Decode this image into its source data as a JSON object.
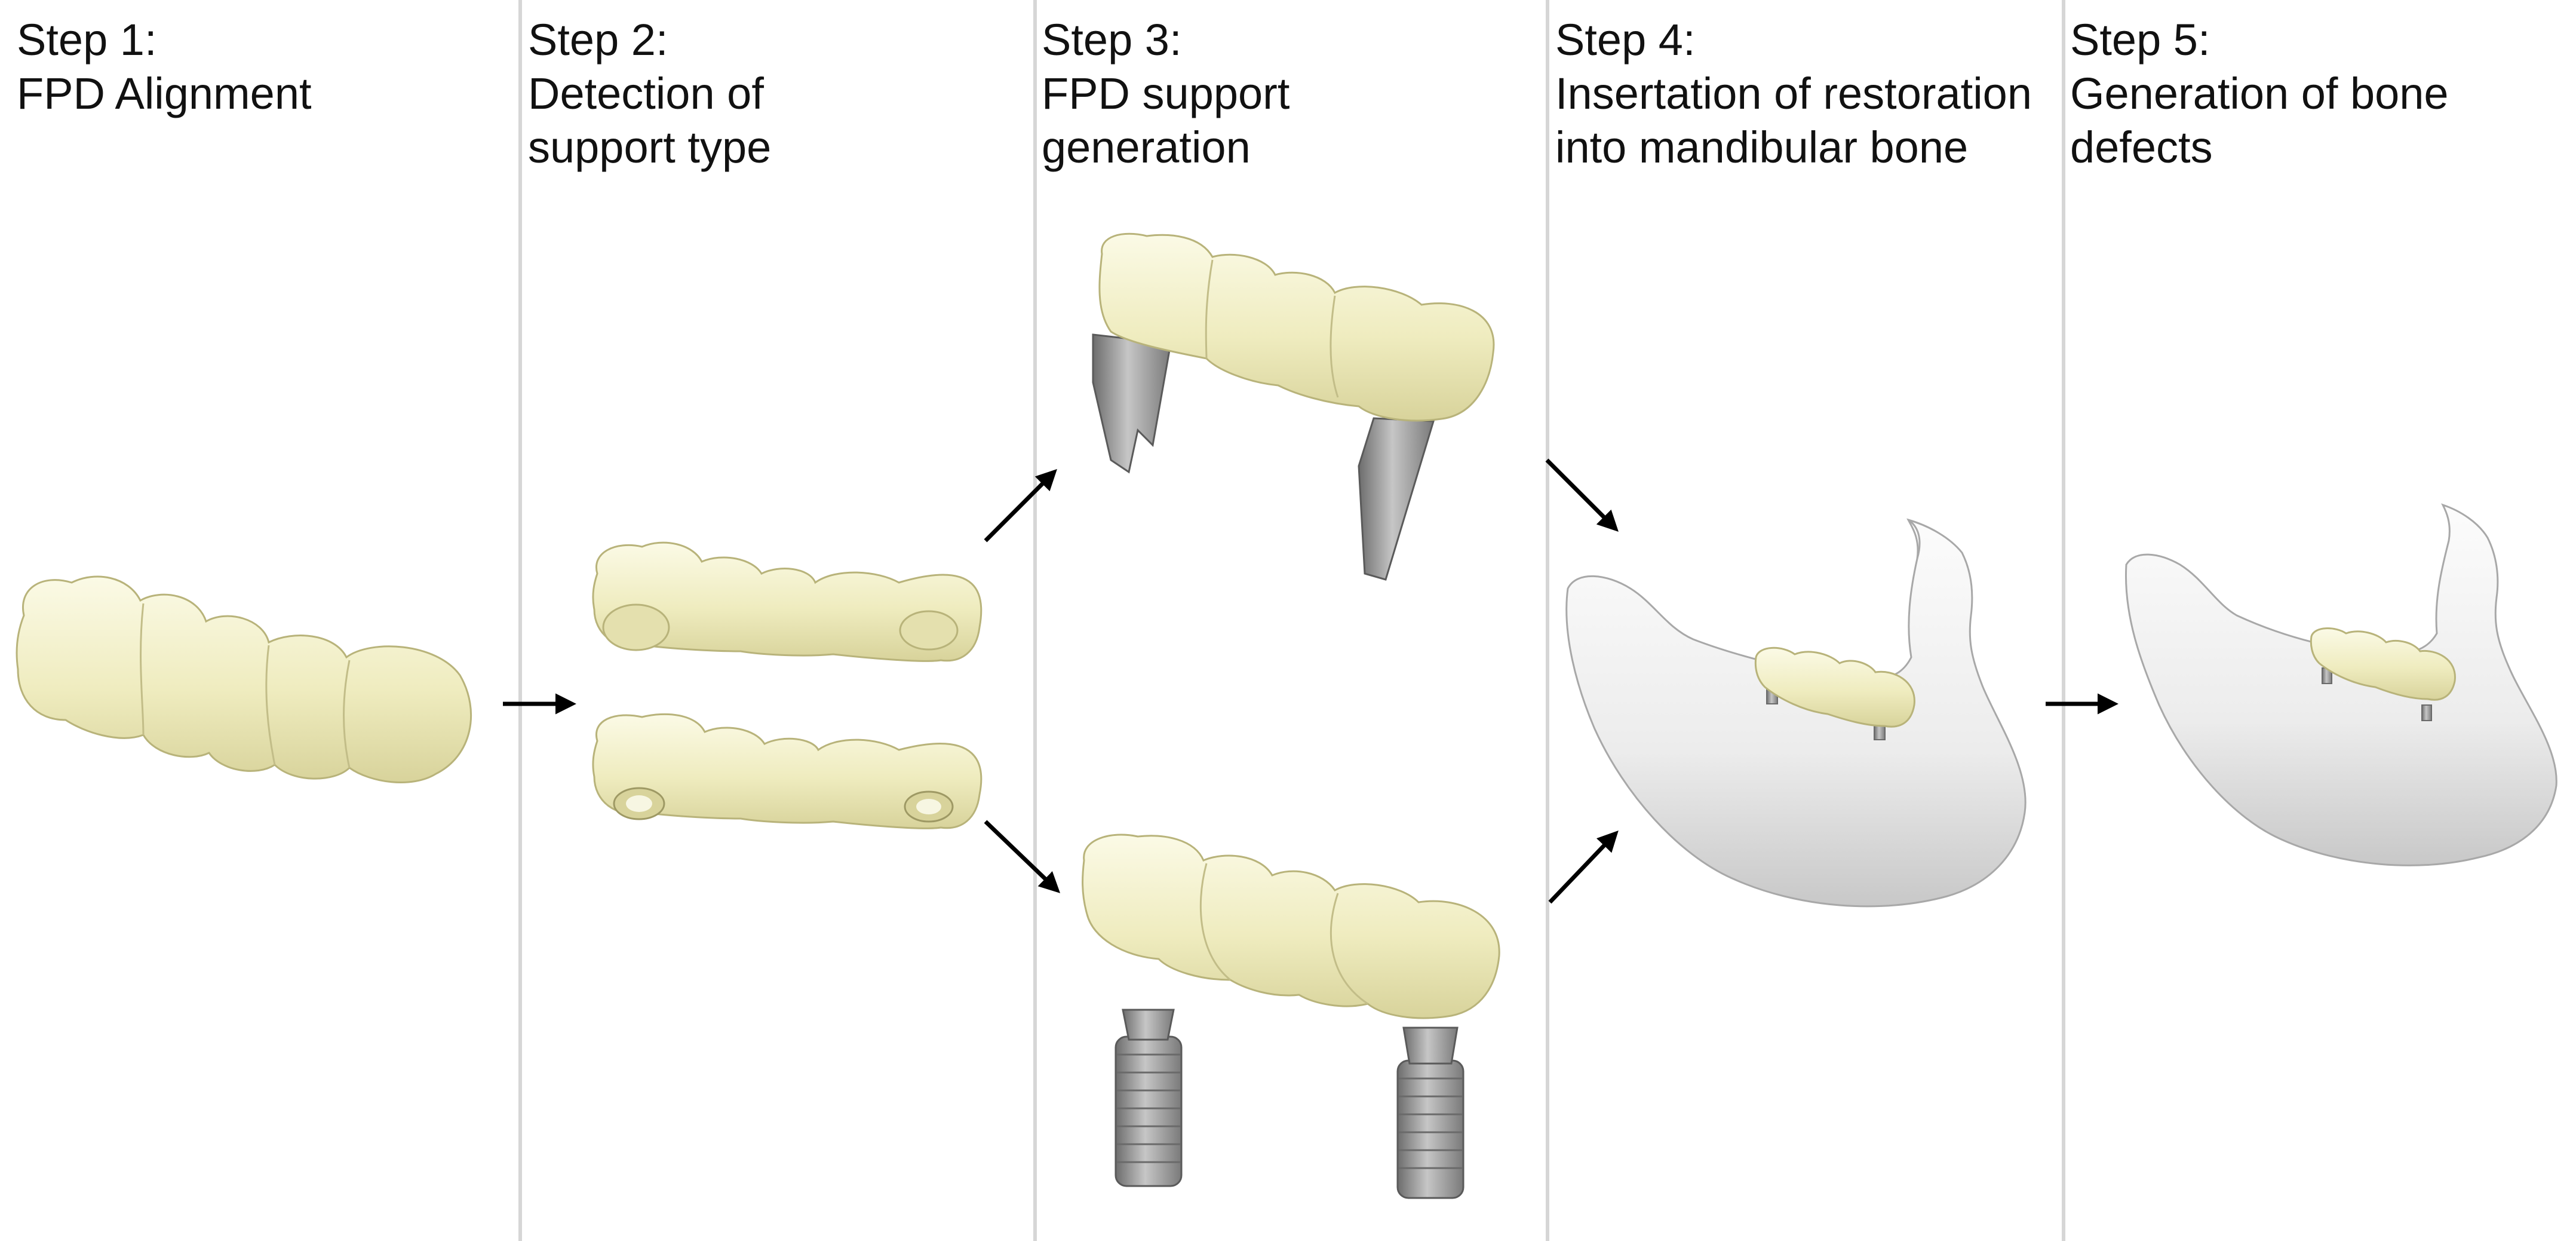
{
  "colors": {
    "background": "#ffffff",
    "divider": "#d6d6d6",
    "text": "#111111",
    "crown": "#f1efc6",
    "crown_shadow": "#d9d49c",
    "bone": "#f2f2f2",
    "bone_shadow": "#c9c9c9",
    "metal": "#9a9a9a",
    "arrow": "#000000"
  },
  "steps": [
    {
      "number": "Step 1:",
      "title": "FPD Alignment",
      "title_line2": ""
    },
    {
      "number": "Step 2:",
      "title": "Detection of",
      "title_line2": "support type"
    },
    {
      "number": "Step 3:",
      "title": "FPD support",
      "title_line2": "generation"
    },
    {
      "number": "Step 4:",
      "title": "Insertation of restoration",
      "title_line2": "into mandibular bone"
    },
    {
      "number": "Step 5:",
      "title": "Generation of bone",
      "title_line2": "defects"
    }
  ],
  "illustrations": {
    "step1": "fpd-bridge-model",
    "step2_top": "tooth-supported-bridge-model",
    "step2_bottom": "implant-supported-bridge-model",
    "step3_top": "bridge-on-natural-roots-model",
    "step3_bottom": "bridge-on-implants-model",
    "step4": "mandible-with-restoration-model",
    "step5": "mandible-with-bone-defects-model"
  }
}
